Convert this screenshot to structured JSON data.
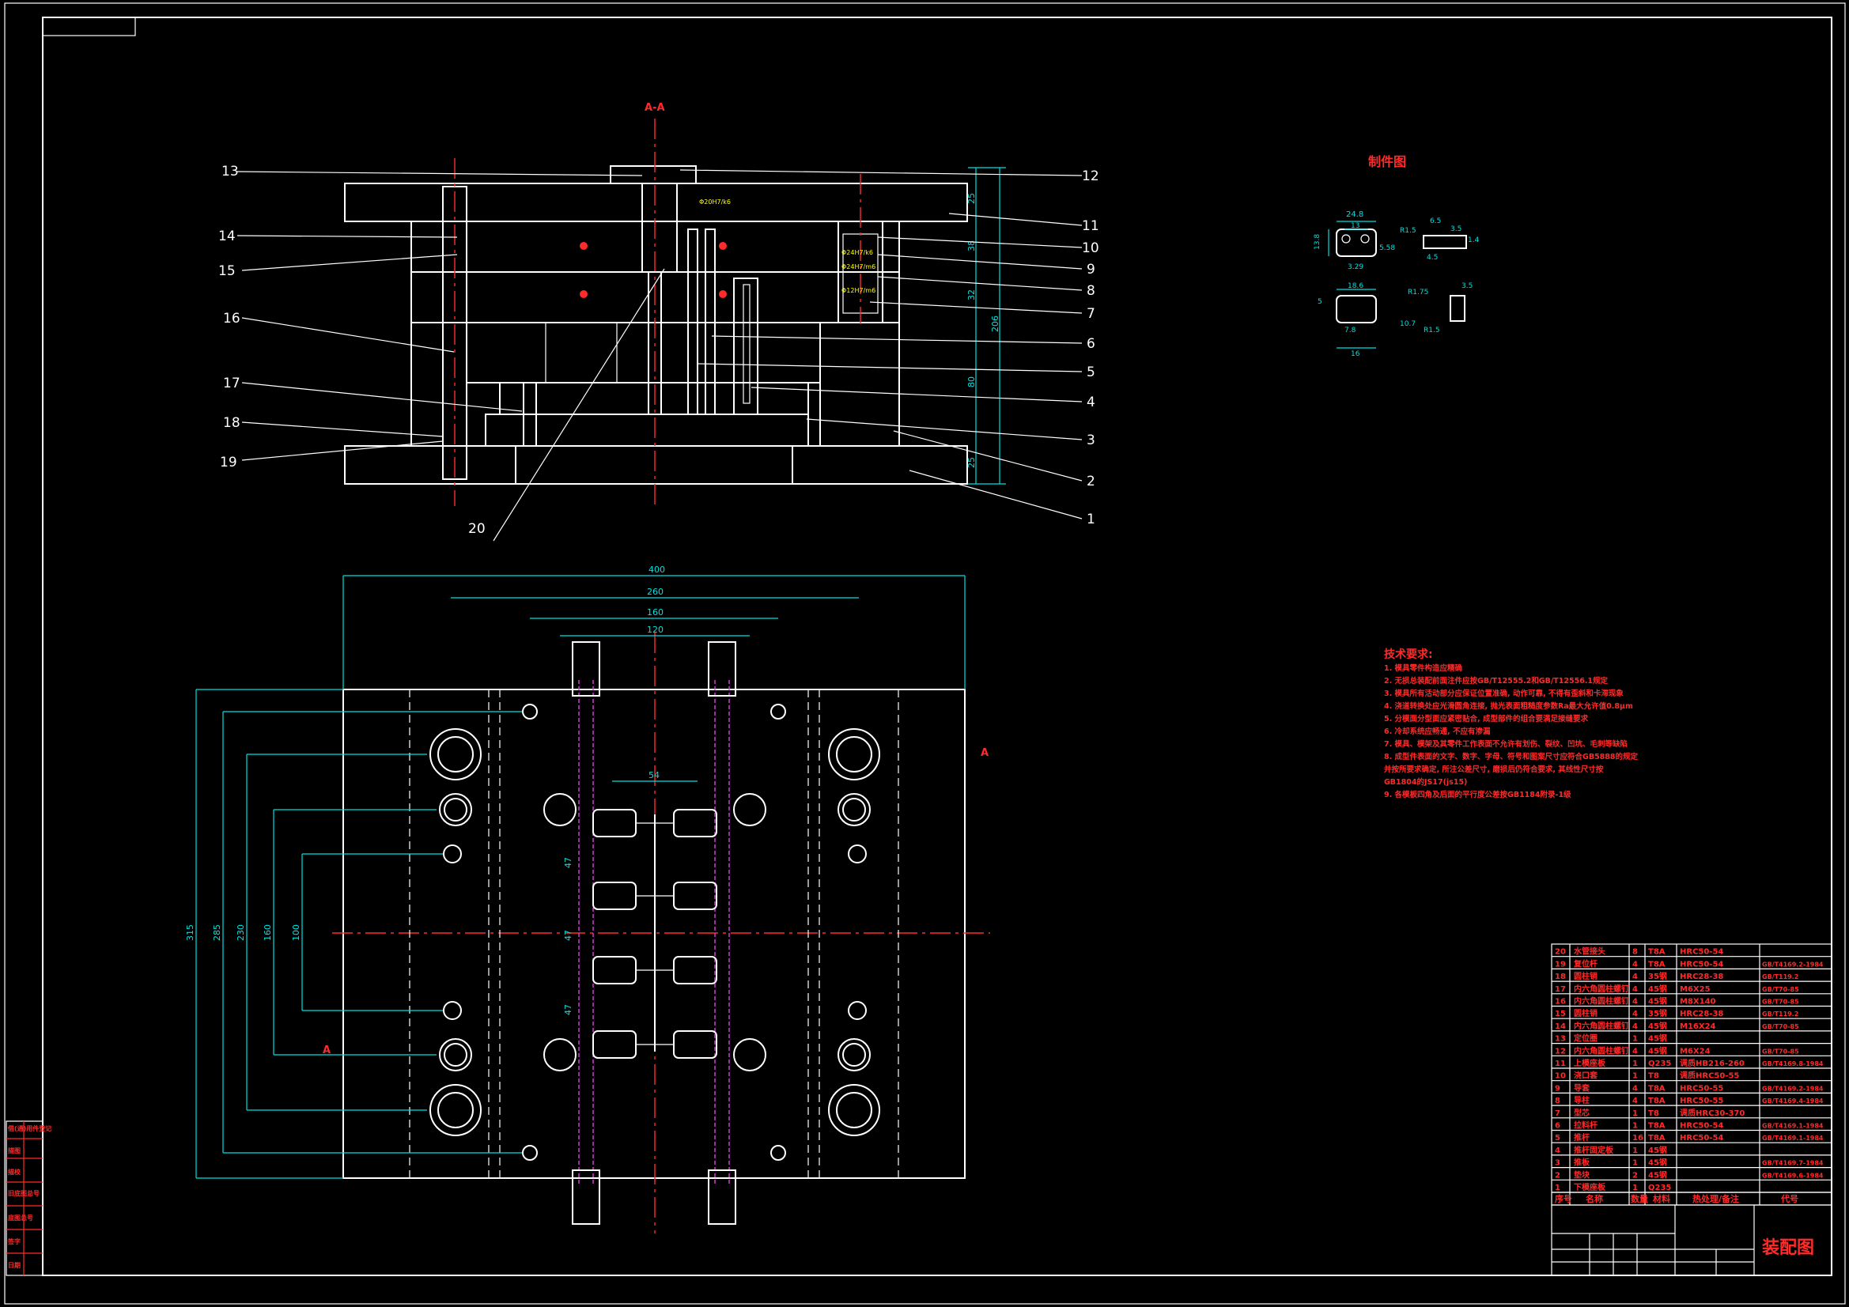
{
  "section_label": "A-A",
  "part_drawing_title": "制件图",
  "part_dims": [
    "24.8",
    "13",
    "13.8",
    "3.29",
    "5.58",
    "R1.5",
    "6.5",
    "3.5",
    "4.5",
    "1.4",
    "18.6",
    "R1.75",
    "3.5",
    "5",
    "7.8",
    "10.7",
    "R1.5",
    "16"
  ],
  "section_callouts_left": [
    "13",
    "14",
    "15",
    "16",
    "17",
    "18",
    "19",
    "20"
  ],
  "section_callouts_right": [
    "12",
    "11",
    "10",
    "9",
    "8",
    "7",
    "6",
    "5",
    "4",
    "3",
    "2",
    "1"
  ],
  "section_dims_vertical": [
    "25",
    "38",
    "32",
    "206",
    "80",
    "25"
  ],
  "section_annotations": [
    "Φ20H7/k6",
    "Φ24H7/k6",
    "Φ24H7/m6",
    "Φ12H7/m6"
  ],
  "plan_dims_top": [
    "400",
    "260",
    "160",
    "120"
  ],
  "plan_dims_left": [
    "315",
    "285",
    "230",
    "160",
    "100"
  ],
  "plan_dims_inner": [
    "54",
    "47",
    "47",
    "47"
  ],
  "plan_section_marks": [
    "A",
    "A"
  ],
  "tech_req_title": "技术要求:",
  "tech_req": [
    "1. 模具零件构造应精确",
    "2. 无损总装配前面注件应按GB/T12555.2和GB/T12556.1规定",
    "3. 模具所有活动部分应保证位置准确, 动作可靠, 不得有歪斜和卡滞现象",
    "4. 浇道转换处应光滑圆角连接, 抛光表面粗糙度参数Ra最大允许值0.8μm",
    "5. 分模面分型面应紧密贴合, 成型部件的组合要满足接缝要求",
    "6. 冷却系统应畅通, 不应有渗漏",
    "7. 模具、模架及其零件工作表面不允许有划伤、裂纹、凹坑、毛刺等缺陷",
    "8. 成型件表面的文字、数字、字母、符号和图案尺寸应符合GB5888的规定",
    "   并按所要求确定, 所注公差尺寸, 磨损后仍符合要求, 其线性尺寸按",
    "   GB1804的JS17(js15)",
    "9. 各模板四角及后面的平行度公差按GB1184附录-1级"
  ],
  "bom_rows": [
    [
      "20",
      "水管接头",
      "8",
      "T8A",
      "HRC50-54",
      ""
    ],
    [
      "19",
      "复位杆",
      "4",
      "T8A",
      "HRC50-54",
      "GB/T4169.2-1984"
    ],
    [
      "18",
      "圆柱销",
      "4",
      "35钢",
      "HRC28-38",
      "GB/T119.2"
    ],
    [
      "17",
      "内六角圆柱螺钉",
      "4",
      "45钢",
      "M6X25",
      "GB/T70-85"
    ],
    [
      "16",
      "内六角圆柱螺钉",
      "4",
      "45钢",
      "M8X140",
      "GB/T70-85"
    ],
    [
      "15",
      "圆柱销",
      "4",
      "35钢",
      "HRC28-38",
      "GB/T119.2"
    ],
    [
      "14",
      "内六角圆柱螺钉",
      "4",
      "45钢",
      "M16X24",
      "GB/T70-85"
    ],
    [
      "13",
      "定位圈",
      "1",
      "45钢",
      "",
      ""
    ],
    [
      "12",
      "内六角圆柱螺钉",
      "4",
      "45钢",
      "M6X24",
      "GB/T70-85"
    ],
    [
      "11",
      "上模座板",
      "1",
      "Q235",
      "调质HB216-260",
      "GB/T4169.8-1984"
    ],
    [
      "10",
      "浇口套",
      "1",
      "T8",
      "调质HRC50-55",
      ""
    ],
    [
      "9",
      "导套",
      "4",
      "T8A",
      "HRC50-55",
      "GB/T4169.2-1984"
    ],
    [
      "8",
      "导柱",
      "4",
      "T8A",
      "HRC50-55",
      "GB/T4169.4-1984"
    ],
    [
      "7",
      "型芯",
      "1",
      "T8",
      "调质HRC30-370",
      ""
    ],
    [
      "6",
      "拉料杆",
      "1",
      "T8A",
      "HRC50-54",
      "GB/T4169.1-1984"
    ],
    [
      "5",
      "推杆",
      "16",
      "T8A",
      "HRC50-54",
      "GB/T4169.1-1984"
    ],
    [
      "4",
      "推杆固定板",
      "1",
      "45钢",
      "",
      ""
    ],
    [
      "3",
      "推板",
      "1",
      "45钢",
      "",
      "GB/T4169.7-1984"
    ],
    [
      "2",
      "垫块",
      "2",
      "45钢",
      "",
      "GB/T4169.6-1984"
    ],
    [
      "1",
      "下模座板",
      "1",
      "Q235",
      "",
      ""
    ]
  ],
  "bom_header": [
    "序号",
    "名称",
    "数量",
    "材料",
    "热处理/备注",
    "代号"
  ],
  "title_block_name": "装配图",
  "left_strip_labels": [
    "借(通)用件登记",
    "描图",
    "描校",
    "旧底图总号",
    "底图总号",
    "签字",
    "日期"
  ]
}
